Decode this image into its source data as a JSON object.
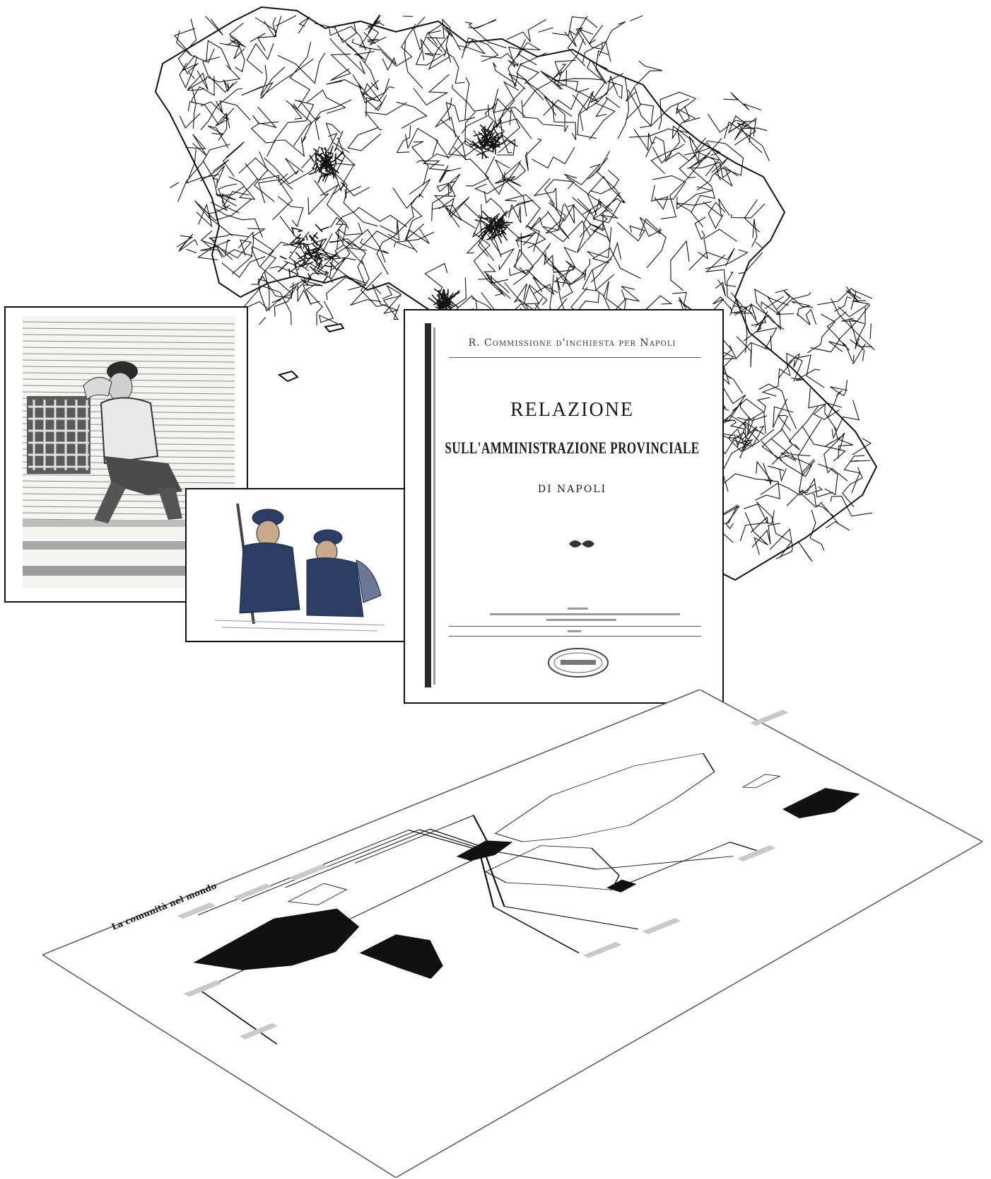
{
  "book_cover": {
    "commission": "R. Commissione d'inchiesta per Napoli",
    "title": "RELAZIONE",
    "subtitle": "SULL'AMMINISTRAZIONE PROVINCIALE",
    "place": "DI NAPOLI"
  },
  "world_map": {
    "heading": "La comunità nel mondo"
  },
  "colors": {
    "ink": "#111111",
    "etching_ink": "#3a3a3a",
    "blue_ink": "#2c3e63",
    "paper": "#ffffff"
  },
  "icons": [
    "road-map",
    "etching-seated-man",
    "blue-etching-two-men",
    "world-map"
  ]
}
